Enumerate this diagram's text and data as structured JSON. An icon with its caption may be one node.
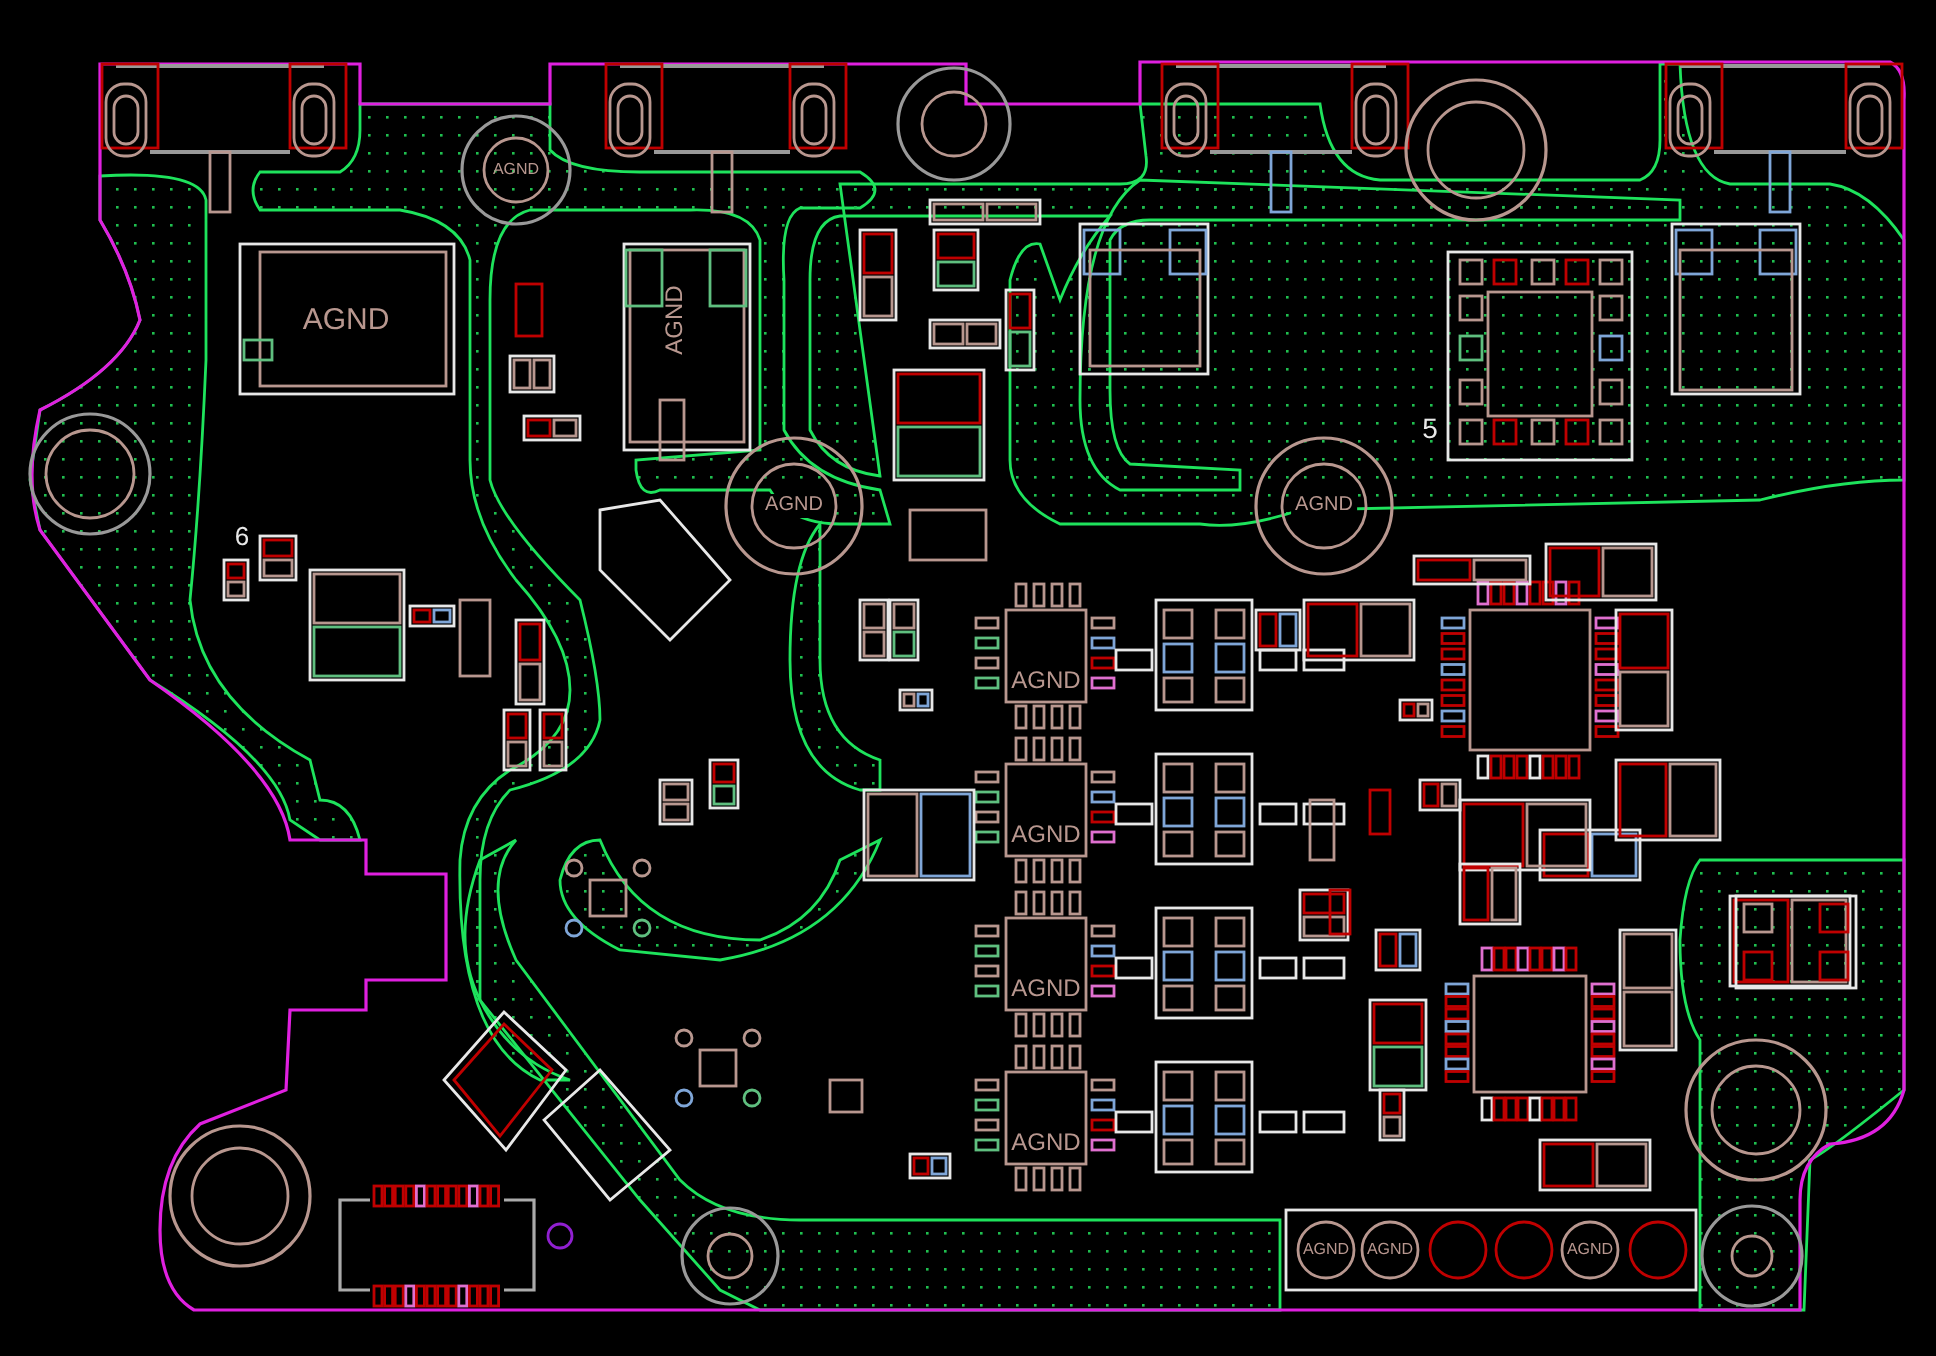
{
  "diagram": {
    "labels": [
      "AGND",
      "AGND",
      "AGND",
      "5",
      "AGND",
      "AGND",
      "6",
      "AGND",
      "AGND",
      "AGND",
      "AGND",
      "AGND",
      "AGND",
      "AGND"
    ]
  }
}
